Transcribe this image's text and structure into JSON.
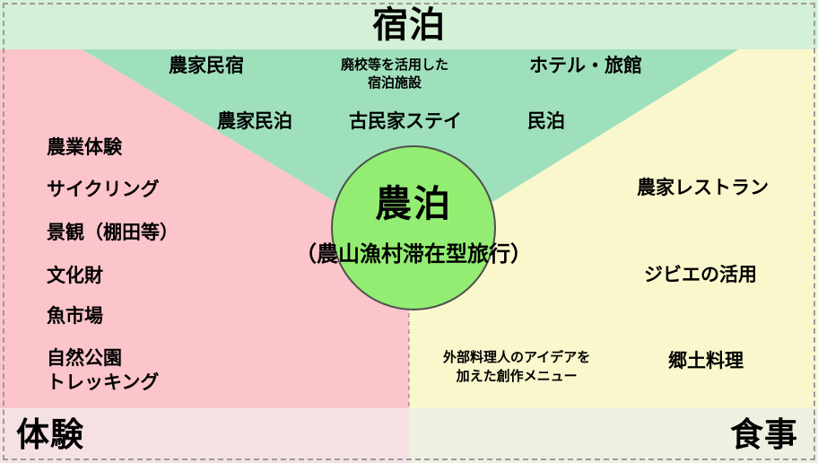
{
  "diagram": {
    "title": "農泊",
    "subtitle": "（農山漁村滞在型旅行）",
    "colors": {
      "green_wedge": "#9fe0bc",
      "green_banner": "#d4f0d6",
      "pink_wedge": "#fbc5cb",
      "pink_banner": "#f5e1e4",
      "yellow_wedge": "#fbf7cd",
      "yellow_banner": "#eef0e1",
      "core_circle": "#93ed72",
      "core_outline": "#4f4f4f",
      "frame_border": "#9b9b9b",
      "text": "#000000"
    }
  },
  "banners": {
    "top": "宿泊",
    "bottom_left": "体験",
    "bottom_right": "食事"
  },
  "sections": {
    "lodging": {
      "heading": "宿泊",
      "items": [
        "農家民宿",
        "廃校等を活用した\n宿泊施設",
        "ホテル・旅館",
        "農家民泊",
        "古民家ステイ",
        "民泊"
      ]
    },
    "experience": {
      "heading": "体験",
      "items": [
        "農業体験",
        "サイクリング",
        "景観（棚田等）",
        "文化財",
        "魚市場",
        "自然公園\nトレッキング"
      ]
    },
    "meals": {
      "heading": "食事",
      "items": [
        "農家レストラン",
        "ジビエの活用",
        "外部料理人のアイデアを\n加えた創作メニュー",
        "郷土料理"
      ]
    }
  }
}
